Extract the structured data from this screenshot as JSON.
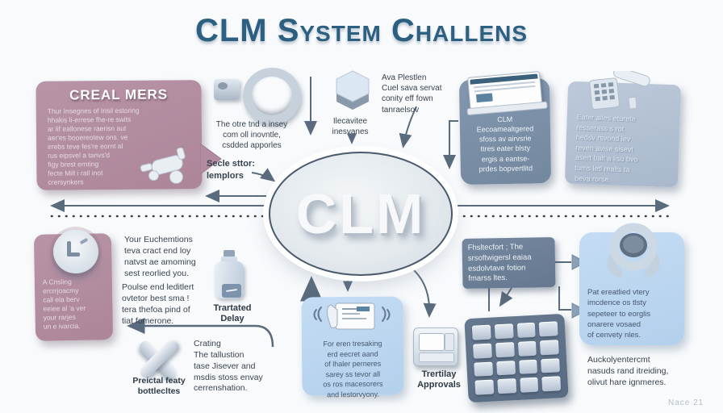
{
  "title": "CLM System Challens",
  "footer": "Nace 21",
  "colors": {
    "background": "#f8fafc",
    "title": "#2d5f80",
    "pink_box": "#b08da0",
    "slate_box": "#7b8fa9",
    "steel_box": "#b3c2d6",
    "gray_box": "#6e8099",
    "light_blue_box": "#bcd6f0",
    "connector": "#5a6b7d"
  },
  "icons": {
    "spray-tool-icon": "3d tool in pink box",
    "ring-icon": "torus ring with small block",
    "hexagon-icon": "3d hexagon",
    "laptop-icon": "laptop with spreadsheet",
    "calculator-pencil-icon": "calculator and pencil",
    "round-button-icon": "circular button",
    "bottle-icon": "labeled bottle",
    "cross-icon": "3d X mark",
    "fax-icon": "fax phone with signal waves",
    "card-reader-icon": "card reader device",
    "keypad-icon": "numeric keypad",
    "pot-icon": "pot with two handles"
  },
  "nodes": {
    "creal_mers": {
      "title": "CREAL MERS",
      "body": "Thur Insegnes of Irisil estoring\nhhakis li-errese fhe-re swits\nar lif eallonese raerisn aut\naer'es booereotew ons. ve\nirrebs teve fes're eornt al\nrus eipsvel a tanvs'd\nfigy brest ernting\nfecte Milt i rall inot\ncrersynkers"
    },
    "ring_note": {
      "text": "The otre tnd a insey\ncom oll inovntle,\ncsdded apporles"
    },
    "selection_note": {
      "text": "Secle sttor:\nlemplors"
    },
    "hexagon_note": {
      "text": "Ilecavitee\ninesvanes"
    },
    "ava_note": {
      "text": "Ava Plestlen\nCuel sava servat\nconity eff fown\ntanraelsov"
    },
    "clm_box": {
      "text": "CLM\nEecoamealtgered\nsfoss av airvsrie\nttres eater blsty\nergis a eantse-\nprdes bopvertlitd"
    },
    "ester_box": {
      "text": "Eater ailes eturete\nresserass s rot\nhedsv rsvond lev\nreven avise sisevt\nasert balt a lisu bvo\ntums letl realts ta\nbeva rorse."
    },
    "center": {
      "label": "CLM"
    },
    "cisling_box": {
      "text": "A Cnsling\nercrrjoacmy\ncall ela berv\neeiee al 'a ver\nyour rarjes\nun e ivarcia."
    },
    "euchemtions_note": {
      "text": "Your Euchemtions\nteva cract end loy\nnatvst ae amoming\nsest reorlied you."
    },
    "poulse_note": {
      "text": "Poulse end leditlert\novtetor best sma !\ntera thefoa pind of\ntiat fomerone."
    },
    "treated_delay": {
      "label": "Trartated\nDelay"
    },
    "bottlenecks": {
      "label": "Preictal featy\nbottlecltes"
    },
    "crating_note": {
      "text": "Crating\nThe tallustion\ntase Jisever and\nmsdis stoss envay\ncerrenshation."
    },
    "tracking_box": {
      "text": "For eren tresaking\nerd eecret aand\nof lhaler perneres\nsarey ss tevor all\nos ros macesorers\nand lestorvyony."
    },
    "approvals": {
      "label": "Trertilay\nApprovals"
    },
    "mediator_box": {
      "text": "Fhsltecfort ; The\nsrsoftwigersl eaiaa\nesdolvtave fotion\nfmarss ltes."
    },
    "pot_box": {
      "text": "Pat ereatlied vtery\nimcdence os tlsty\nsepeteer to eorglis\nonarere vosaed\nof cenvety nles."
    },
    "auck_note": {
      "text": "Auckolyentercmt\nnasuds rand itreiding,\nolivut hare ignmeres."
    }
  }
}
